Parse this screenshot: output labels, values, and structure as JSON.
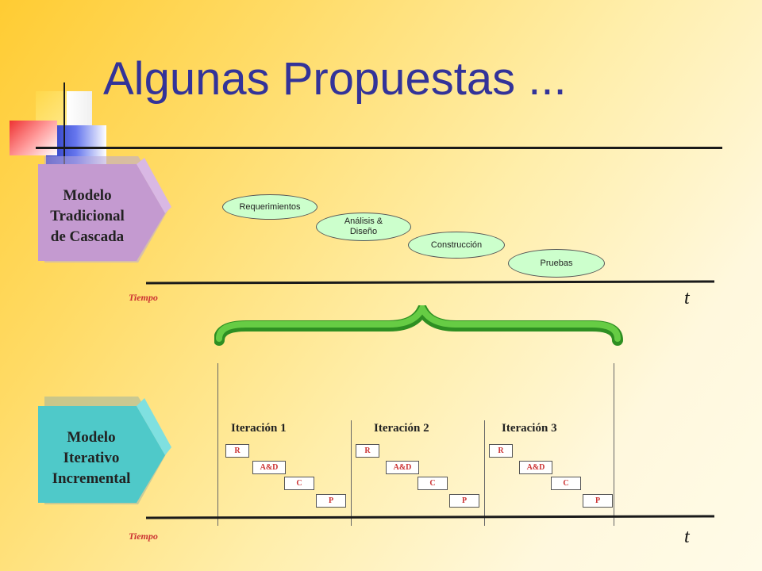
{
  "title": "Algunas Propuestas ...",
  "waterfall": {
    "label": "Modelo Tradicional de Cascada",
    "label_lines": [
      "Modelo",
      "Tradicional",
      "de Cascada"
    ],
    "phases": [
      {
        "label": "Requerimientos"
      },
      {
        "label": "Análisis & Diseño",
        "lines": [
          "Análisis &",
          "Diseño"
        ]
      },
      {
        "label": "Construcción"
      },
      {
        "label": "Pruebas"
      }
    ],
    "axis_label": "Tiempo",
    "axis_var": "t",
    "colors": {
      "chevron": "#c8a0d2",
      "phase_fill": "#ccffcc"
    }
  },
  "iterative": {
    "label": "Modelo Iterativo Incremental",
    "label_lines": [
      "Modelo",
      "Iterativo",
      "Incremental"
    ],
    "iterations": [
      {
        "title": "Iteración 1",
        "steps": [
          "R",
          "A&D",
          "C",
          "P"
        ]
      },
      {
        "title": "Iteración 2",
        "steps": [
          "R",
          "A&D",
          "C",
          "P"
        ]
      },
      {
        "title": "Iteración 3",
        "steps": [
          "R",
          "A&D",
          "C",
          "P"
        ]
      }
    ],
    "axis_label": "Tiempo",
    "axis_var": "t",
    "colors": {
      "chevron": "#4fc9c9",
      "brace": "#44bb33",
      "step_text": "#cc3333"
    }
  },
  "colors": {
    "title": "#333399",
    "background": "#ffdb66"
  }
}
